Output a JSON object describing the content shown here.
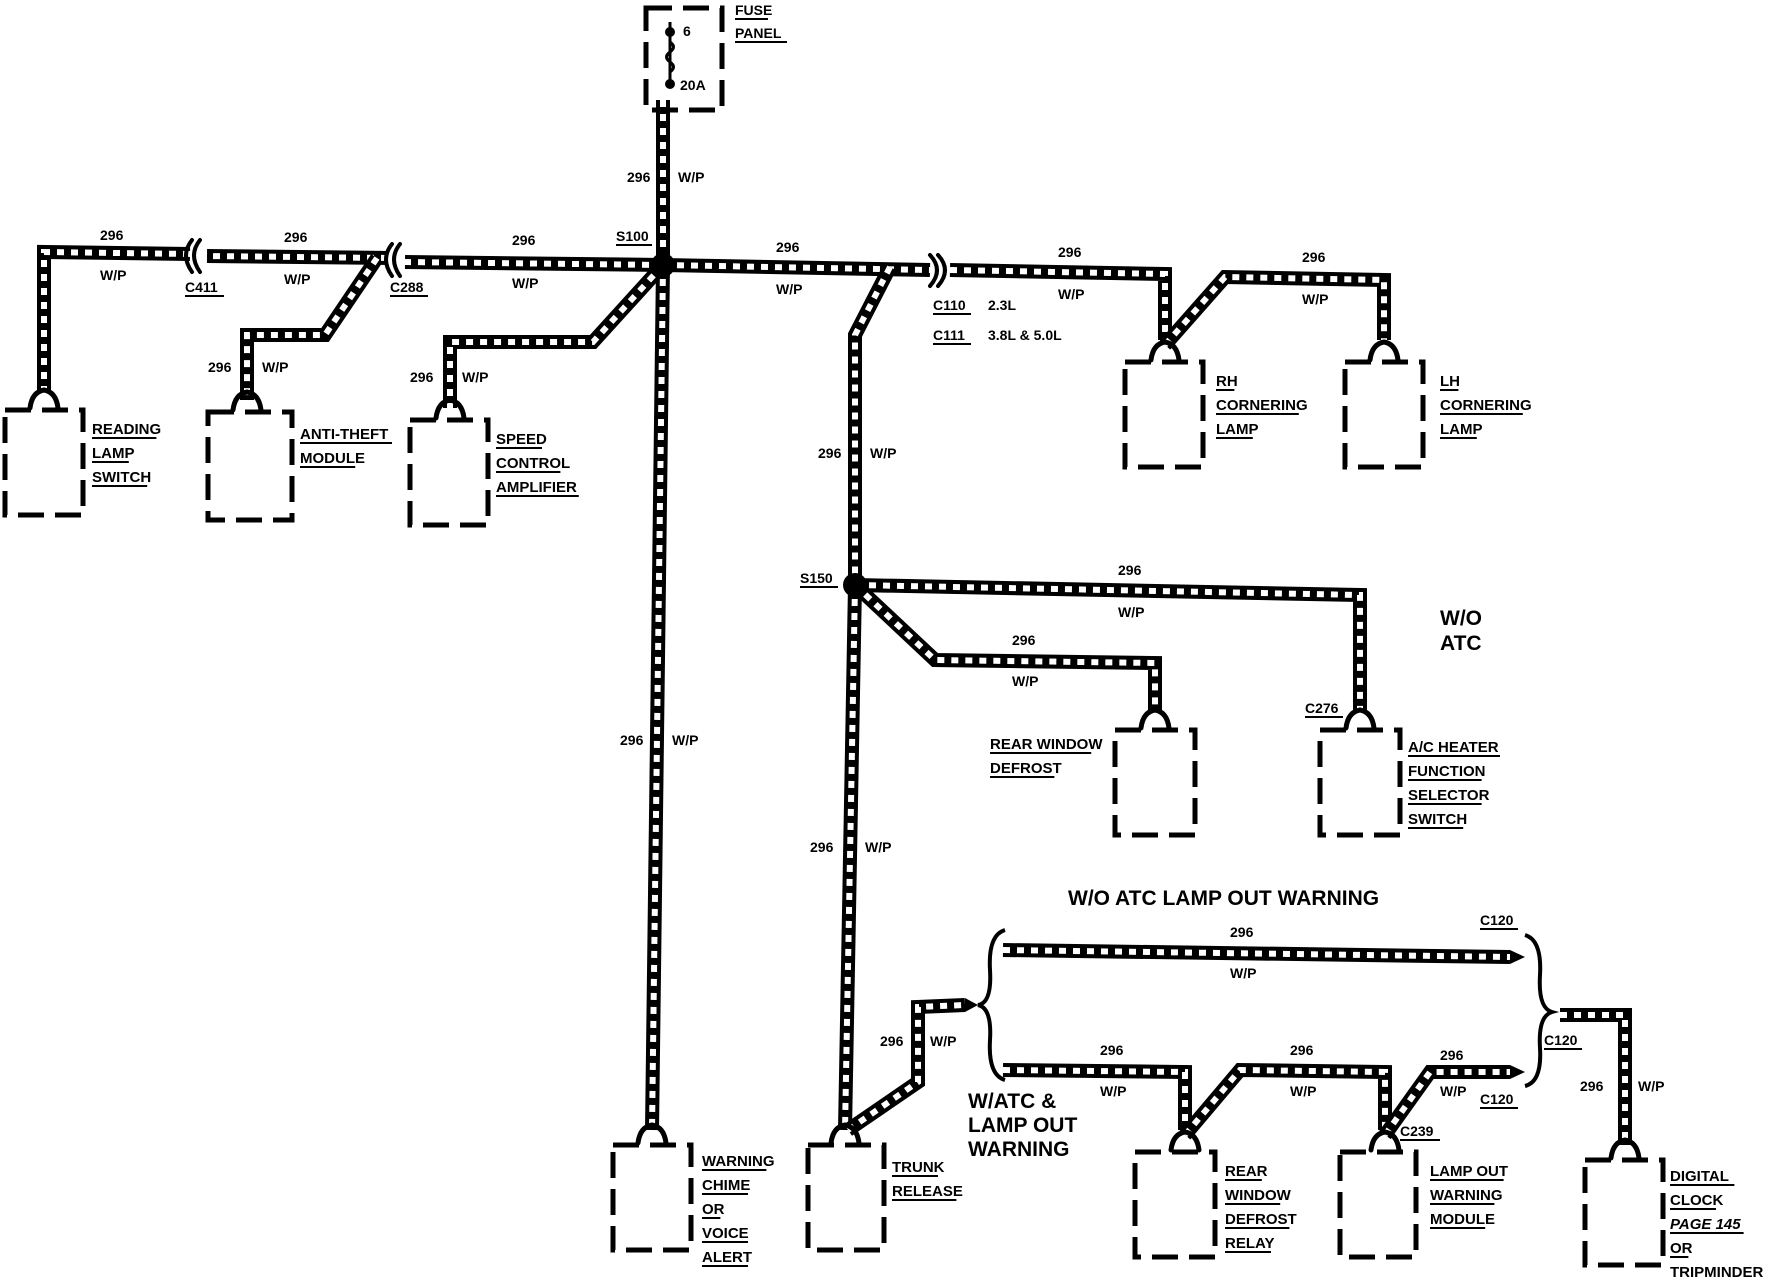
{
  "fuse_panel": {
    "label_lines": [
      "FUSE",
      "PANEL"
    ],
    "fuse_number": "6",
    "fuse_rating": "20A"
  },
  "circuit": {
    "number": "296",
    "color_code": "W/P"
  },
  "splices": [
    "S100",
    "S150"
  ],
  "connectors": {
    "c411": "C411",
    "c288": "C288",
    "c110": "C110",
    "c110_note": "2.3L",
    "c111": "C111",
    "c111_note": "3.8L & 5.0L",
    "c276": "C276",
    "c120": "C120",
    "c239": "C239"
  },
  "components": [
    {
      "id": "reading-lamp-switch",
      "lines": [
        "READING",
        "LAMP",
        "SWITCH"
      ]
    },
    {
      "id": "anti-theft-module",
      "lines": [
        "ANTI-THEFT",
        "MODULE"
      ]
    },
    {
      "id": "speed-control-amplifier",
      "lines": [
        "SPEED",
        "CONTROL",
        "AMPLIFIER"
      ]
    },
    {
      "id": "rh-cornering-lamp",
      "lines": [
        "RH",
        "CORNERING",
        "LAMP"
      ]
    },
    {
      "id": "lh-cornering-lamp",
      "lines": [
        "LH",
        "CORNERING",
        "LAMP"
      ]
    },
    {
      "id": "rear-window-defrost",
      "lines": [
        "REAR WINDOW",
        "DEFROST"
      ]
    },
    {
      "id": "ac-heater-function-selector-switch",
      "lines": [
        "A/C HEATER",
        "FUNCTION",
        "SELECTOR",
        "SWITCH"
      ]
    },
    {
      "id": "warning-chime",
      "lines": [
        "WARNING",
        "CHIME",
        "OR",
        "VOICE",
        "ALERT"
      ]
    },
    {
      "id": "trunk-release",
      "lines": [
        "TRUNK",
        "RELEASE"
      ]
    },
    {
      "id": "rear-window-defrost-relay",
      "lines": [
        "REAR",
        "WINDOW",
        "DEFROST",
        "RELAY"
      ]
    },
    {
      "id": "lamp-out-warning-module",
      "lines": [
        "LAMP OUT",
        "WARNING",
        "MODULE"
      ]
    },
    {
      "id": "digital-clock",
      "lines": [
        "DIGITAL",
        "CLOCK",
        "PAGE 145",
        "OR",
        "TRIPMINDER"
      ]
    }
  ],
  "notes": {
    "wo_atc": [
      "W/O",
      "ATC"
    ],
    "wo_atc_lamp_out": "W/O ATC LAMP OUT WARNING",
    "w_atc_lamp_out": [
      "W/ATC &",
      "LAMP OUT",
      "WARNING"
    ]
  }
}
